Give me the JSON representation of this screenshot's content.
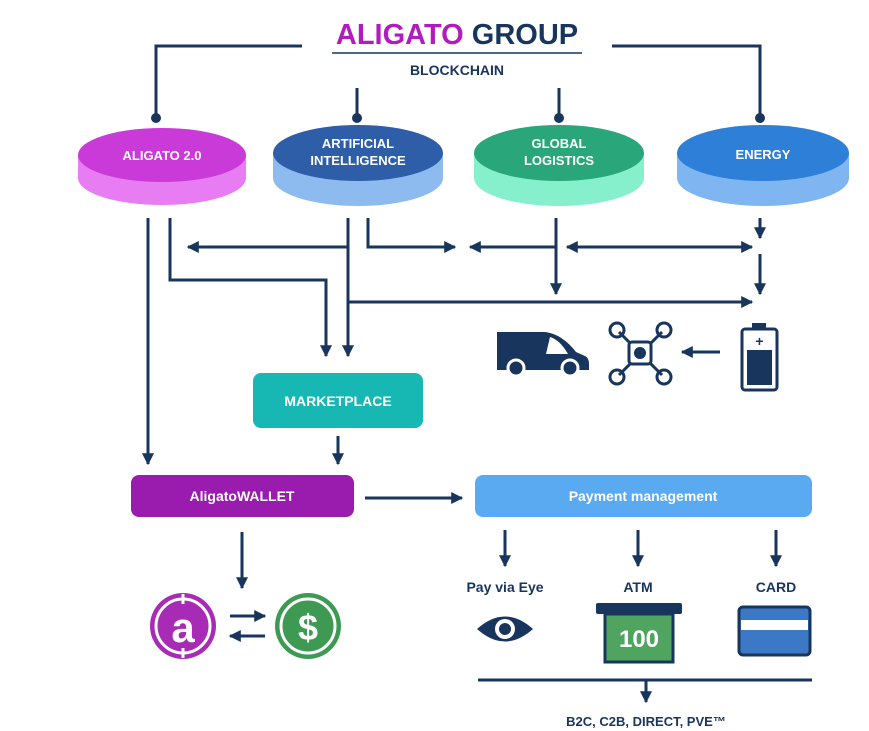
{
  "header": {
    "title_part1": "ALIGATO",
    "title_part2": " GROUP",
    "subtitle": "BLOCKCHAIN"
  },
  "colors": {
    "navy": "#17355d",
    "title_purple": "#b21bc0",
    "aligato_top": "#c93ad8",
    "aligato_side": "#e77cf3",
    "ai_top": "#2f5ea8",
    "ai_side": "#8ebbef",
    "logistics_top": "#2aa77a",
    "logistics_side": "#86f0cc",
    "energy_top": "#2d7fd7",
    "energy_side": "#7fb6f1",
    "marketplace": "#17b7b3",
    "wallet": "#9a1cae",
    "payment": "#5aaaf1",
    "coin_purple": "#a72bb5",
    "coin_green": "#3e9a53",
    "atm_green": "#4fa55f",
    "card_blue": "#3b79c7"
  },
  "divisions": [
    {
      "label_line1": "ALIGATO 2.0",
      "label_line2": ""
    },
    {
      "label_line1": "ARTIFICIAL",
      "label_line2": "INTELLIGENCE"
    },
    {
      "label_line1": "GLOBAL",
      "label_line2": "LOGISTICS"
    },
    {
      "label_line1": "ENERGY",
      "label_line2": ""
    }
  ],
  "boxes": {
    "marketplace": "MARKETPLACE",
    "wallet": "AligatoWALLET",
    "payment": "Payment management"
  },
  "payment_methods": {
    "eye": "Pay via Eye",
    "atm": "ATM",
    "card": "CARD",
    "atm_amount": "100"
  },
  "footer": "B2C, C2B, DIRECT, PVE™",
  "icons": [
    "van-icon",
    "drone-icon",
    "battery-icon",
    "aligato-coin-icon",
    "dollar-coin-icon",
    "eye-icon",
    "atm-icon",
    "card-icon"
  ]
}
